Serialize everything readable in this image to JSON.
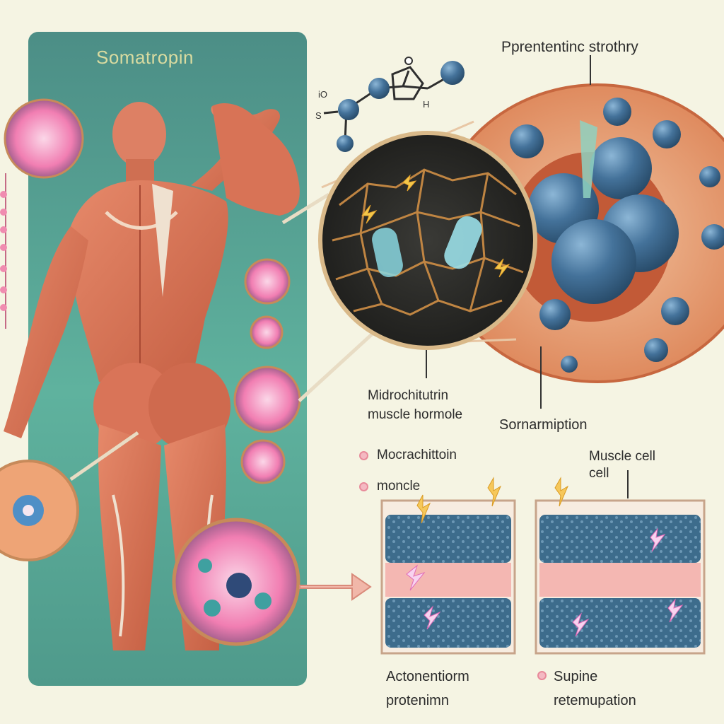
{
  "panel": {
    "title": "Somatropin",
    "bg": "#4d9688"
  },
  "labels": {
    "top_right": "Pprententinc strothry",
    "micro_line1": "Midrochitutrin",
    "micro_line2": "muscle hormole",
    "somar": "Sornarmiption",
    "muscle_cell_line1": "Muscle cell",
    "muscle_cell_line2": "cell",
    "bottom_left_line1": "Actonentiorm",
    "bottom_left_line2": "protenimn",
    "bottom_right_line1": "Supine",
    "bottom_right_line2": "retemupation"
  },
  "legend": [
    {
      "label": "Mocrachittoin"
    },
    {
      "label": "moncle"
    }
  ],
  "molecule_labels": {
    "o": "iO",
    "s": "S",
    "h": "H"
  },
  "colors": {
    "muscle": "#d9775a",
    "muscle_dark": "#b35238",
    "sphere": "#3f6f96",
    "tissue": "#e9a27a",
    "pink_cell": "#f07cb3"
  },
  "icons": [
    "flexed-arm-figure",
    "molecule-icon",
    "lightning-icon",
    "arrow-icon"
  ]
}
